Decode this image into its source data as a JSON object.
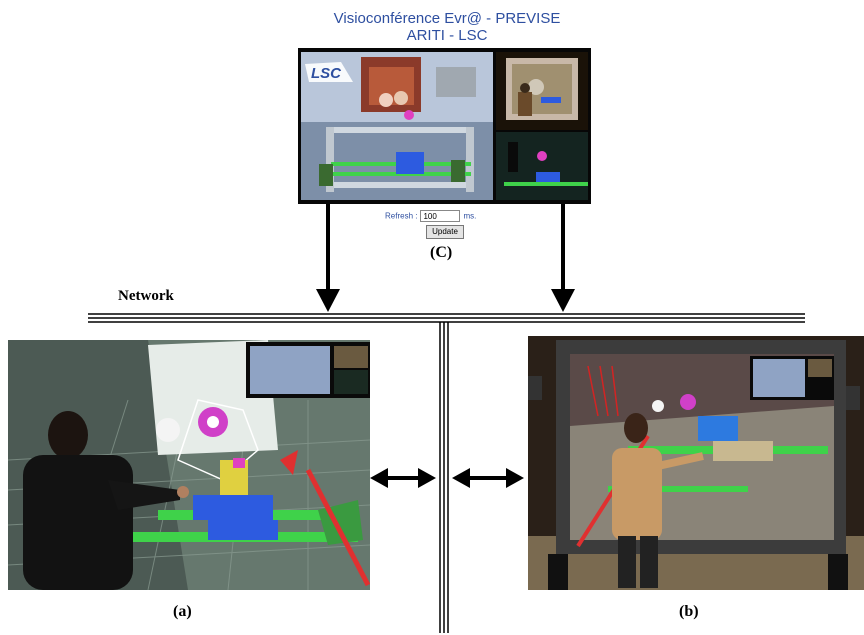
{
  "header": {
    "line1": "Visioconférence Evr@ - PREVISE",
    "line2": "ARITI - LSC"
  },
  "monitor": {
    "logo": "LSC",
    "refresh_label": "Refresh :",
    "refresh_value": "100",
    "refresh_unit": "ms.",
    "update_label": "Update"
  },
  "labels": {
    "network": "Network",
    "c": "(C)",
    "a": "(a)",
    "b": "(b)"
  },
  "colors": {
    "title_blue": "#2e4fa0",
    "rail_green": "#3fd24a",
    "carriage_blue": "#2d5be0",
    "pink": "#e040c0"
  }
}
